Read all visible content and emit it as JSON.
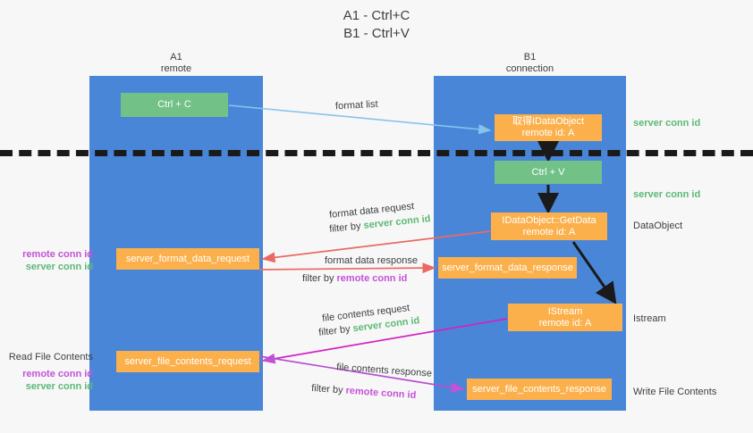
{
  "title": "A1 - Ctrl+C\nB1 - Ctrl+V",
  "lanes": [
    {
      "name": "A1",
      "sub": "remote",
      "header": "A1\nremote",
      "color": "#4a86d8"
    },
    {
      "name": "B1",
      "sub": "connection",
      "header": "B1\nconnection",
      "color": "#4a86d8"
    }
  ],
  "boxes": {
    "ctrl_c": "Ctrl + C",
    "idataobject": "取得IDataObject\nremote id: A",
    "ctrl_v": "Ctrl + V",
    "getdata": "IDataObject::GetData\nremote id: A",
    "format_data_request": "server_format_data_request",
    "format_data_response": "server_format_data_response",
    "istream": "IStream\nremote id: A",
    "file_contents_request": "server_file_contents_request",
    "file_contents_response": "server_file_contents_response"
  },
  "side_labels": {
    "server_conn_id_1": "server conn id",
    "server_conn_id_2": "server conn id",
    "dataobject": "DataObject",
    "istream": "Istream",
    "write_file_contents": "Write File Contents",
    "read_file_contents": "Read File Contents",
    "left_conn_1": "remote conn id\nserver conn id",
    "left_conn_2": "remote conn id\nserver conn id"
  },
  "arrow_labels": {
    "format_list": "format list",
    "format_data_request": "format data request",
    "format_data_request_filter_prefix": "filter by ",
    "format_data_request_filter_value": "server conn id",
    "format_data_response": "format data response",
    "format_data_response_filter_prefix": "filter by ",
    "format_data_response_filter_value": "remote conn id",
    "file_contents_request": "file contents request",
    "file_contents_request_filter_prefix": "filter by ",
    "file_contents_request_filter_value": "server conn id",
    "file_contents_response": "file contents response",
    "file_contents_response_filter_prefix": "filter by ",
    "file_contents_response_filter_value": "remote conn id"
  },
  "colors": {
    "lane": "#4a86d8",
    "green_box": "#72c187",
    "orange_box": "#fbb04c",
    "green_text": "#5bb974",
    "purple_text": "#c451d8",
    "red_arrow": "#ea6a63",
    "magenta_arrow": "#d122c4",
    "blue_arrow": "#87c3ee",
    "dark": "#1a1a1a"
  }
}
